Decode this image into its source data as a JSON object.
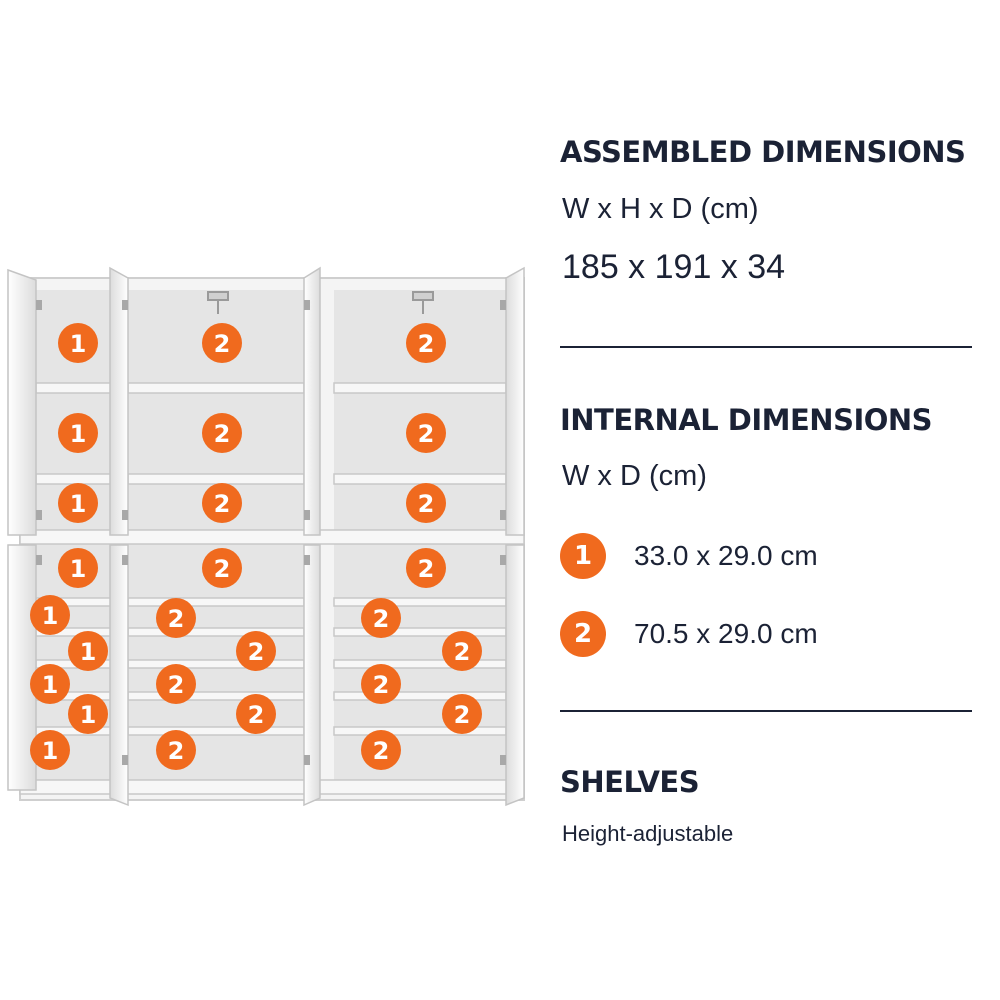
{
  "assembled": {
    "heading": "ASSEMBLED DIMENSIONS",
    "units": "W x H x D (cm)",
    "value": "185 x 191 x 34"
  },
  "internal": {
    "heading": "INTERNAL DIMENSIONS",
    "units": "W x D (cm)",
    "legend": [
      {
        "marker": "1",
        "value": "33.0 x 29.0 cm"
      },
      {
        "marker": "2",
        "value": "70.5 x 29.0 cm"
      }
    ]
  },
  "shelves": {
    "heading": "SHELVES",
    "note": "Height-adjustable"
  },
  "markers": {
    "one": "1",
    "two": "2"
  },
  "colors": {
    "accent": "#f06a1e",
    "text": "#1b2235",
    "cabinet": "#f2f2f2",
    "interior": "#e6e6e6"
  }
}
